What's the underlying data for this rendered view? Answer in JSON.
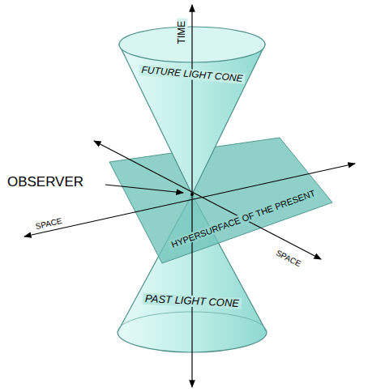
{
  "diagram": {
    "nodes": [
      {
        "text": [
          "FUTURE LIGHT CONE"
        ]
      },
      {
        "text": [
          "HYPERSURFACE OF THE PRESENT"
        ]
      },
      {
        "text": [
          "PAST LIGHT CONE"
        ]
      }
    ],
    "labels": [
      "TIME",
      "OBSERVER",
      "SPACE",
      "SPACE"
    ]
  }
}
